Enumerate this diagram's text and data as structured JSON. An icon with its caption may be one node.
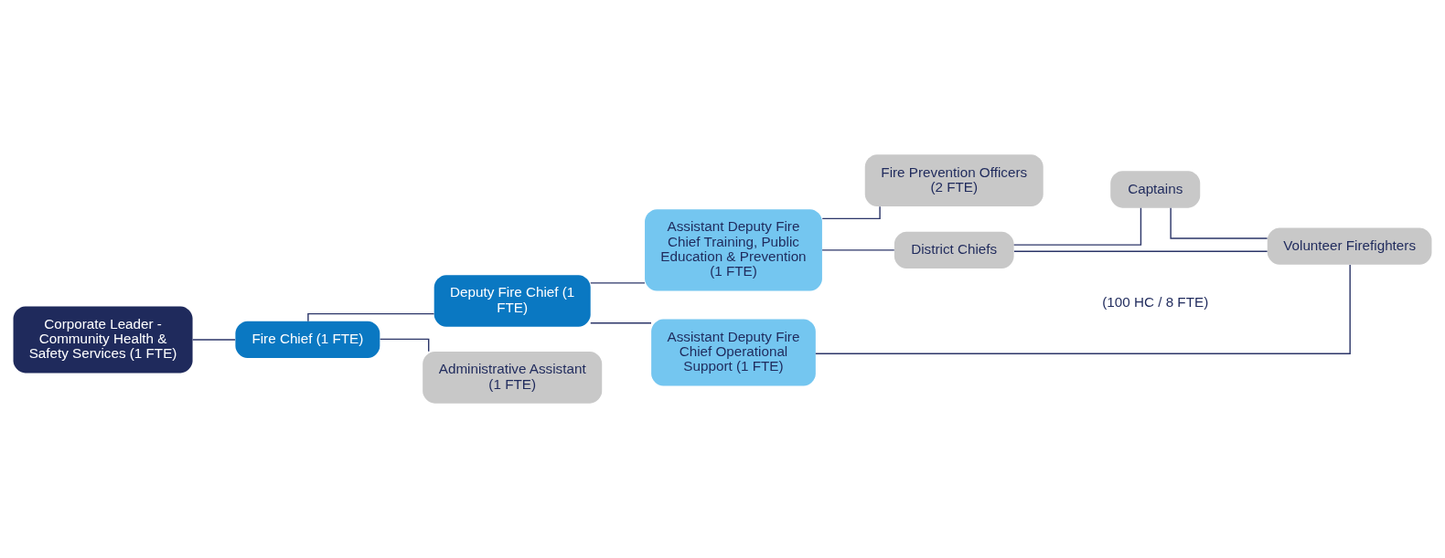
{
  "diagram": {
    "nodes": [
      {
        "text": [
          "Corporate Leader - Community Health & Safety Services (1 FTE)"
        ]
      },
      {
        "text": [
          "Fire Chief (1 FTE)"
        ]
      },
      {
        "text": [
          "Deputy Fire Chief (1 FTE)"
        ]
      },
      {
        "text": [
          "Administrative Assistant (1 FTE)"
        ]
      },
      {
        "text": [
          "Fire Prevention Officers (2 FTE)"
        ]
      },
      {
        "text": [
          "Assistant Deputy Fire Chief Training, Public Education & Prevention (1 FTE)"
        ]
      },
      {
        "text": [
          "Assistant Deputy Fire Chief Operational Support (1 FTE)"
        ]
      },
      {
        "text": [
          "District Chiefs"
        ]
      },
      {
        "text": [
          "Captains"
        ]
      },
      {
        "text": [
          "Volunteer Firefighters"
        ]
      }
    ],
    "edges": [
      {
        "from": 0,
        "to": 1,
        "arrow": "none"
      },
      {
        "from": 1,
        "to": 2,
        "arrow": "none"
      },
      {
        "from": 1,
        "to": 3,
        "arrow": "none"
      },
      {
        "from": 2,
        "to": 5,
        "arrow": "none"
      },
      {
        "from": 2,
        "to": 6,
        "arrow": "none"
      },
      {
        "from": 5,
        "to": 4,
        "arrow": "none"
      },
      {
        "from": 5,
        "to": 7,
        "arrow": "none"
      },
      {
        "from": 7,
        "to": 8,
        "arrow": "none"
      },
      {
        "from": 7,
        "to": 9,
        "arrow": "none"
      },
      {
        "from": 6,
        "to": 9,
        "arrow": "none"
      },
      {
        "from": 8,
        "to": 9,
        "arrow": "none"
      }
    ],
    "labels": [
      "(100 HC / 8 FTE)"
    ]
  }
}
